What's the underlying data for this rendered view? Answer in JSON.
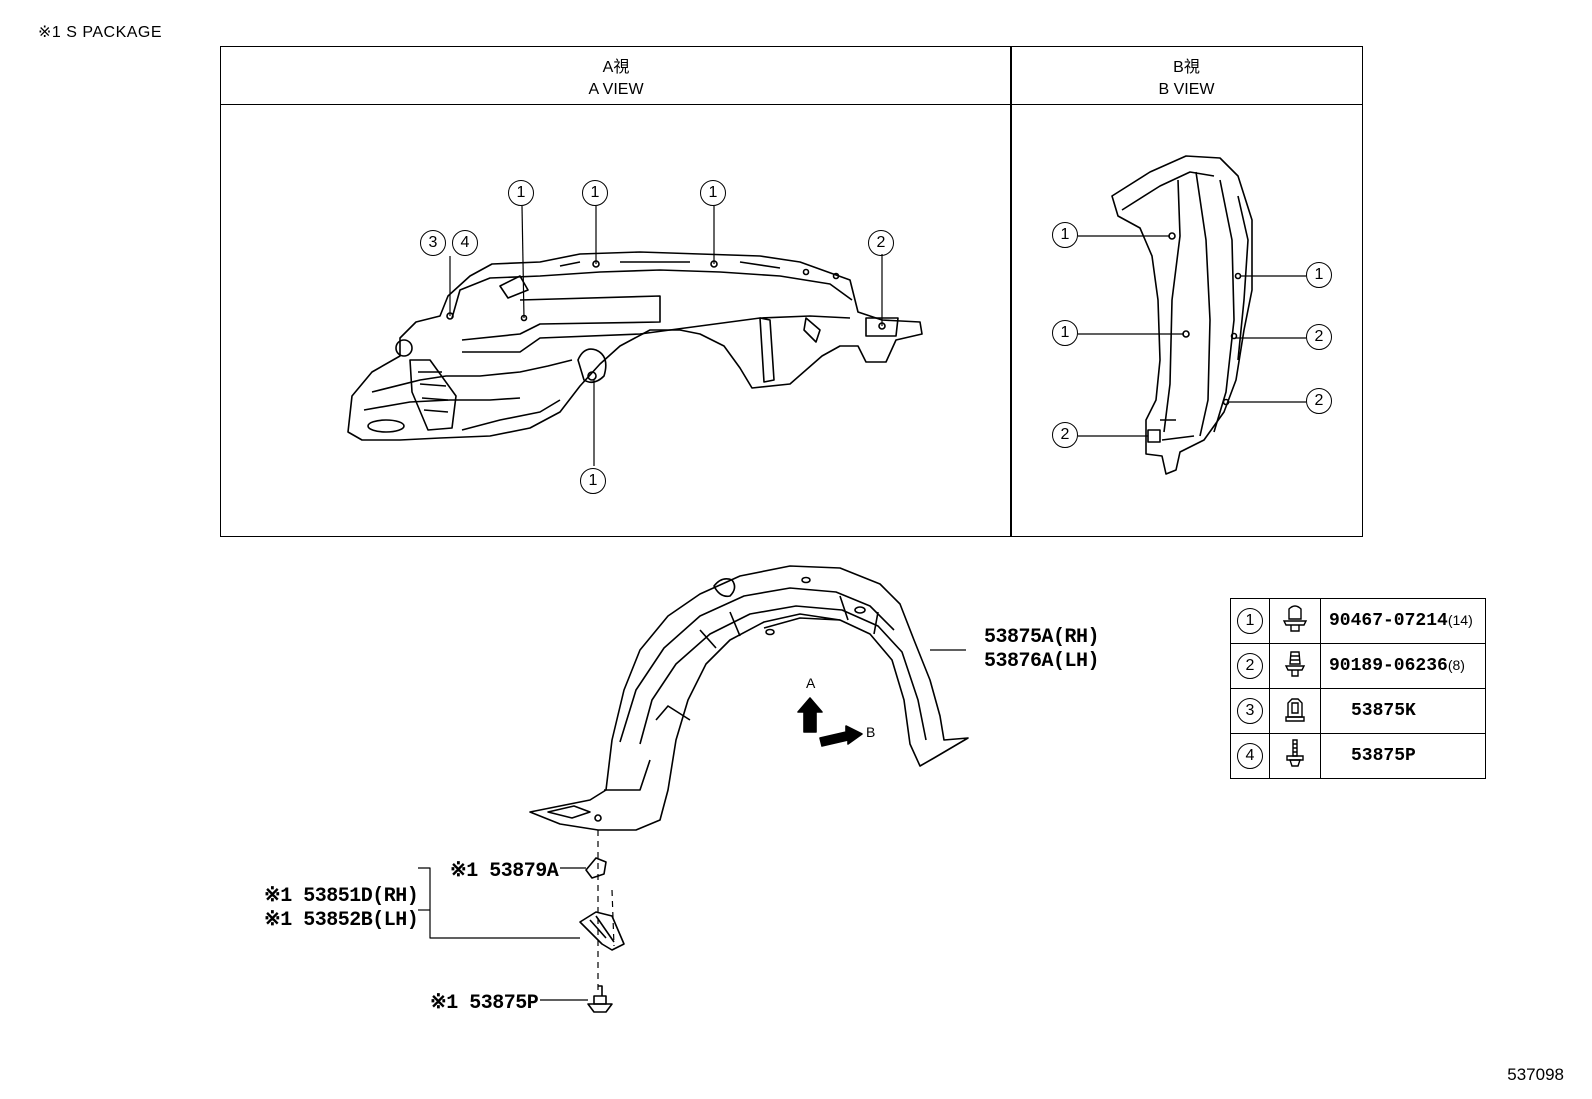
{
  "note": "※1 S PACKAGE",
  "views": {
    "a": {
      "title_jp": "A視",
      "title_en": "A VIEW"
    },
    "b": {
      "title_jp": "B視",
      "title_en": "B VIEW"
    }
  },
  "callouts": {
    "c1": "1",
    "c2": "2",
    "c3": "3",
    "c4": "4"
  },
  "parts": {
    "liner_rh": "53875A(RH)",
    "liner_lh": "53876A(LH)",
    "seal_rh": "※1 53851D(RH)",
    "seal_lh": "※1 53852B(LH)",
    "nut": "※1 53879A",
    "bolt": "※1 53875P"
  },
  "arrows": {
    "a": "A",
    "b": "B"
  },
  "legend": [
    {
      "idx": "1",
      "icon": "clip-icon",
      "part": "90467-07214",
      "qty": "(14)"
    },
    {
      "idx": "2",
      "icon": "clip-icon",
      "part": "90189-06236",
      "qty": "(8)"
    },
    {
      "idx": "3",
      "icon": "nut-icon",
      "part": "53875K",
      "qty": ""
    },
    {
      "idx": "4",
      "icon": "bolt-icon",
      "part": "53875P",
      "qty": ""
    }
  ],
  "doc_id": "537098"
}
